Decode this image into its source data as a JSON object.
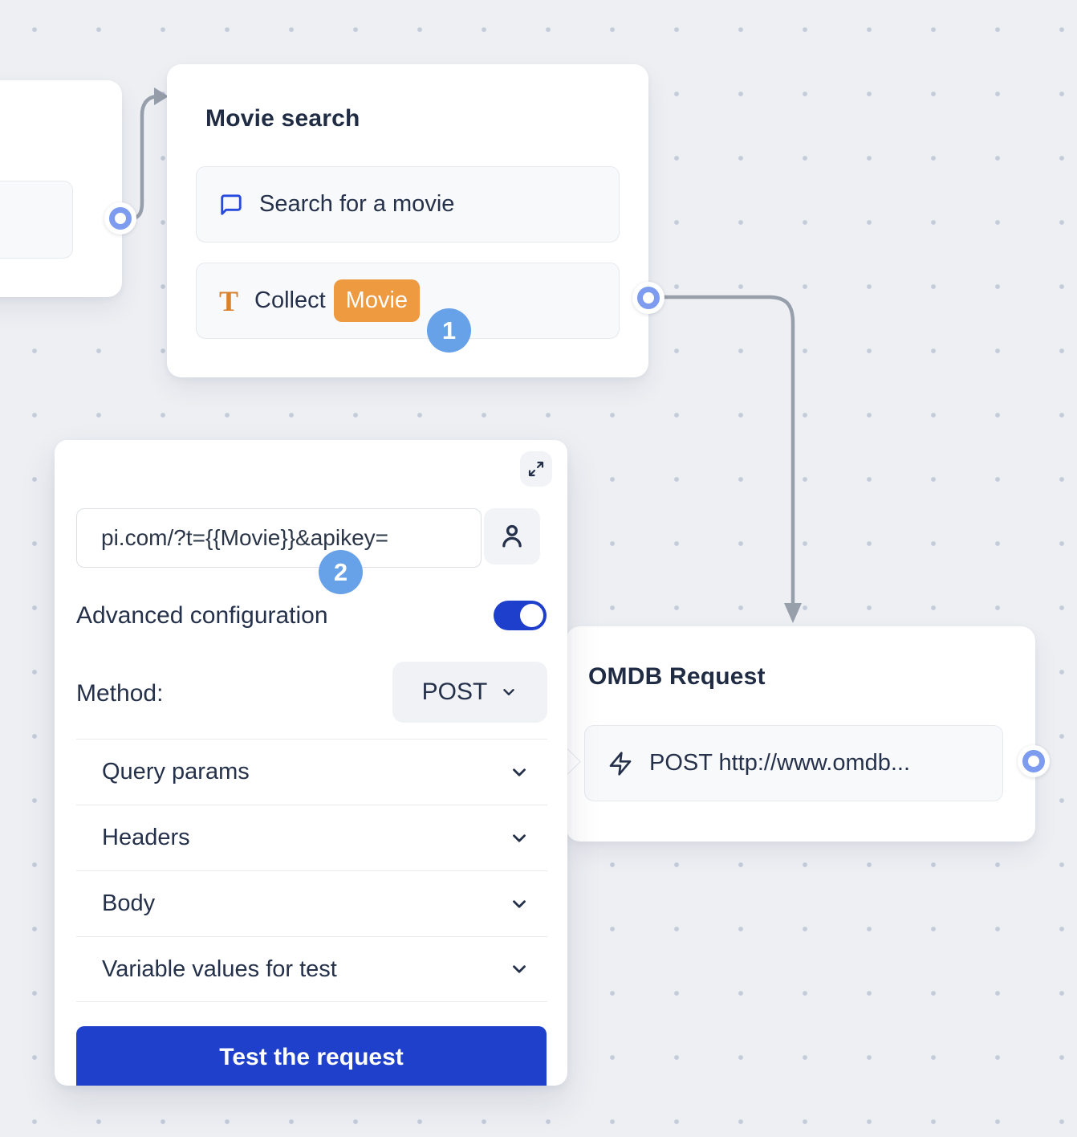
{
  "colors": {
    "background": "#edeff3",
    "dot_grid": "#c4cbd9",
    "accent_blue": "#1e40cb",
    "step_badge_blue": "#67a1e8",
    "variable_orange": "#ee9a41",
    "port_ring_blue": "#7d9cf0",
    "connector_gray": "#979fab"
  },
  "movie_search_node": {
    "title": "Movie search",
    "items": [
      {
        "icon": "chat-bubble-icon",
        "label": "Search for a movie"
      },
      {
        "icon": "text-input-icon",
        "label": "Collect",
        "badge": "Movie"
      }
    ]
  },
  "omdb_node": {
    "title": "OMDB Request",
    "items": [
      {
        "icon": "lightning-icon",
        "label": "POST http://www.omdb..."
      }
    ]
  },
  "step_badges": [
    "1",
    "2"
  ],
  "config_panel": {
    "url_value": "pi.com/?t={{Movie}}&apikey=",
    "advanced_label": "Advanced configuration",
    "advanced_toggle_state": "on",
    "method_label": "Method:",
    "method_value": "POST",
    "sections": [
      "Query params",
      "Headers",
      "Body",
      "Variable values for test"
    ],
    "test_button_label": "Test the request"
  }
}
